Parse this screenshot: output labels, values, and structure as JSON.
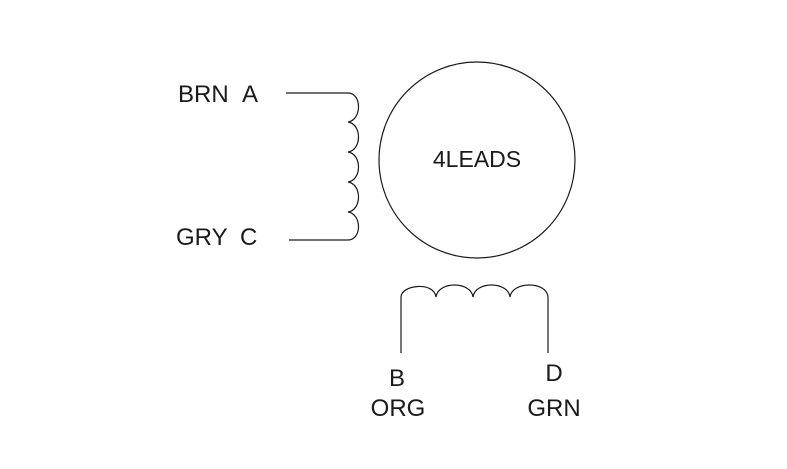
{
  "motor": {
    "label": "4LEADS"
  },
  "coil_ac": {
    "lead_a": {
      "color": "BRN",
      "letter": "A"
    },
    "lead_c": {
      "color": "GRY",
      "letter": "C"
    }
  },
  "coil_bd": {
    "lead_b": {
      "letter": "B",
      "color": "ORG"
    },
    "lead_d": {
      "letter": "D",
      "color": "GRN"
    }
  }
}
